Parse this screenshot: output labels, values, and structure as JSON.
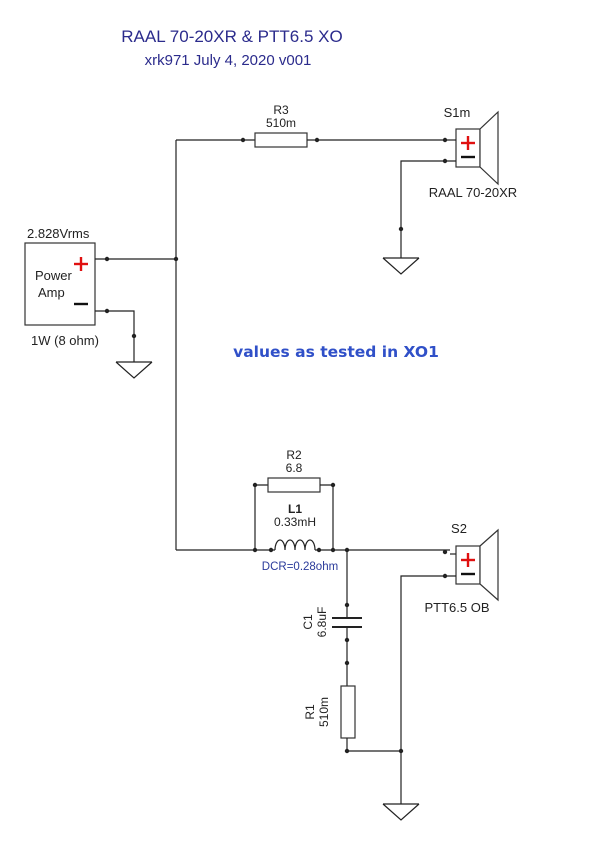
{
  "header": {
    "title": "RAAL 70-20XR & PTT6.5 XO",
    "subtitle": "xrk971  July 4, 2020 v001"
  },
  "note": "values as tested in XO1",
  "source": {
    "voltage": "2.828Vrms",
    "label_line1": "Power",
    "label_line2": "Amp",
    "power": "1W (8 ohm)"
  },
  "components": {
    "r3": {
      "name": "R3",
      "value": "510m"
    },
    "r2": {
      "name": "R2",
      "value": "6.8"
    },
    "l1": {
      "name": "L1",
      "value": "0.33mH",
      "dcr": "DCR=0.28ohm"
    },
    "c1": {
      "name": "C1",
      "value": "6.8uF"
    },
    "r1": {
      "name": "R1",
      "value": "510m"
    }
  },
  "speakers": {
    "s1": {
      "name": "S1m",
      "model": "RAAL 70-20XR"
    },
    "s2": {
      "name": "S2",
      "model": "PTT6.5 OB"
    }
  }
}
